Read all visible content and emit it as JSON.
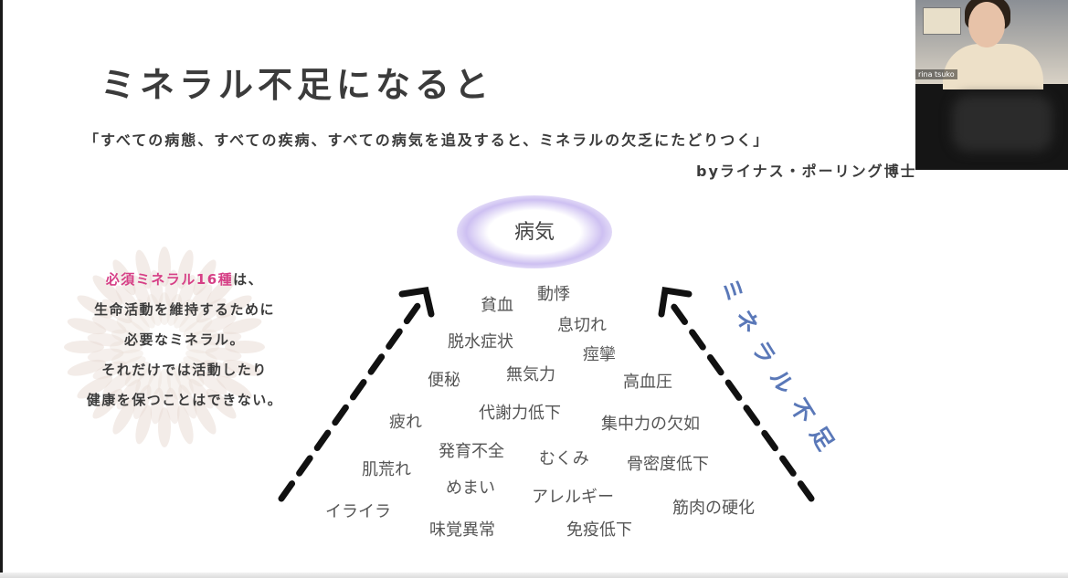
{
  "slide": {
    "title": "ミネラル不足になると",
    "quote": "「すべての病態、すべての疾病、すべての病気を追及すると、ミネラルの欠乏にたどりつく」",
    "author": "byライナス・ポーリング博士",
    "info": {
      "highlight": "必須ミネラル16種",
      "line1_rest": "は、",
      "line2": "生命活動を維持するために",
      "line3": "必要なミネラル。",
      "line4": "それだけでは活動したり",
      "line5": "健康を保つことはできない。"
    },
    "disease": "病気",
    "side_label": "ミネラル不足",
    "symptoms": [
      "貧血",
      "動悸",
      "息切れ",
      "脱水症状",
      "痙攣",
      "便秘",
      "無気力",
      "高血圧",
      "疲れ",
      "代謝力低下",
      "集中力の欠如",
      "発育不全",
      "むくみ",
      "肌荒れ",
      "骨密度低下",
      "めまい",
      "アレルギー",
      "イライラ",
      "筋肉の硬化",
      "味覚異常",
      "免疫低下"
    ],
    "colors": {
      "accent_pink": "#d63f86",
      "accent_blue": "#5a78b8",
      "glow": "#c8b9f0"
    }
  },
  "webcam": {
    "name_tag": "rina tsuko"
  }
}
